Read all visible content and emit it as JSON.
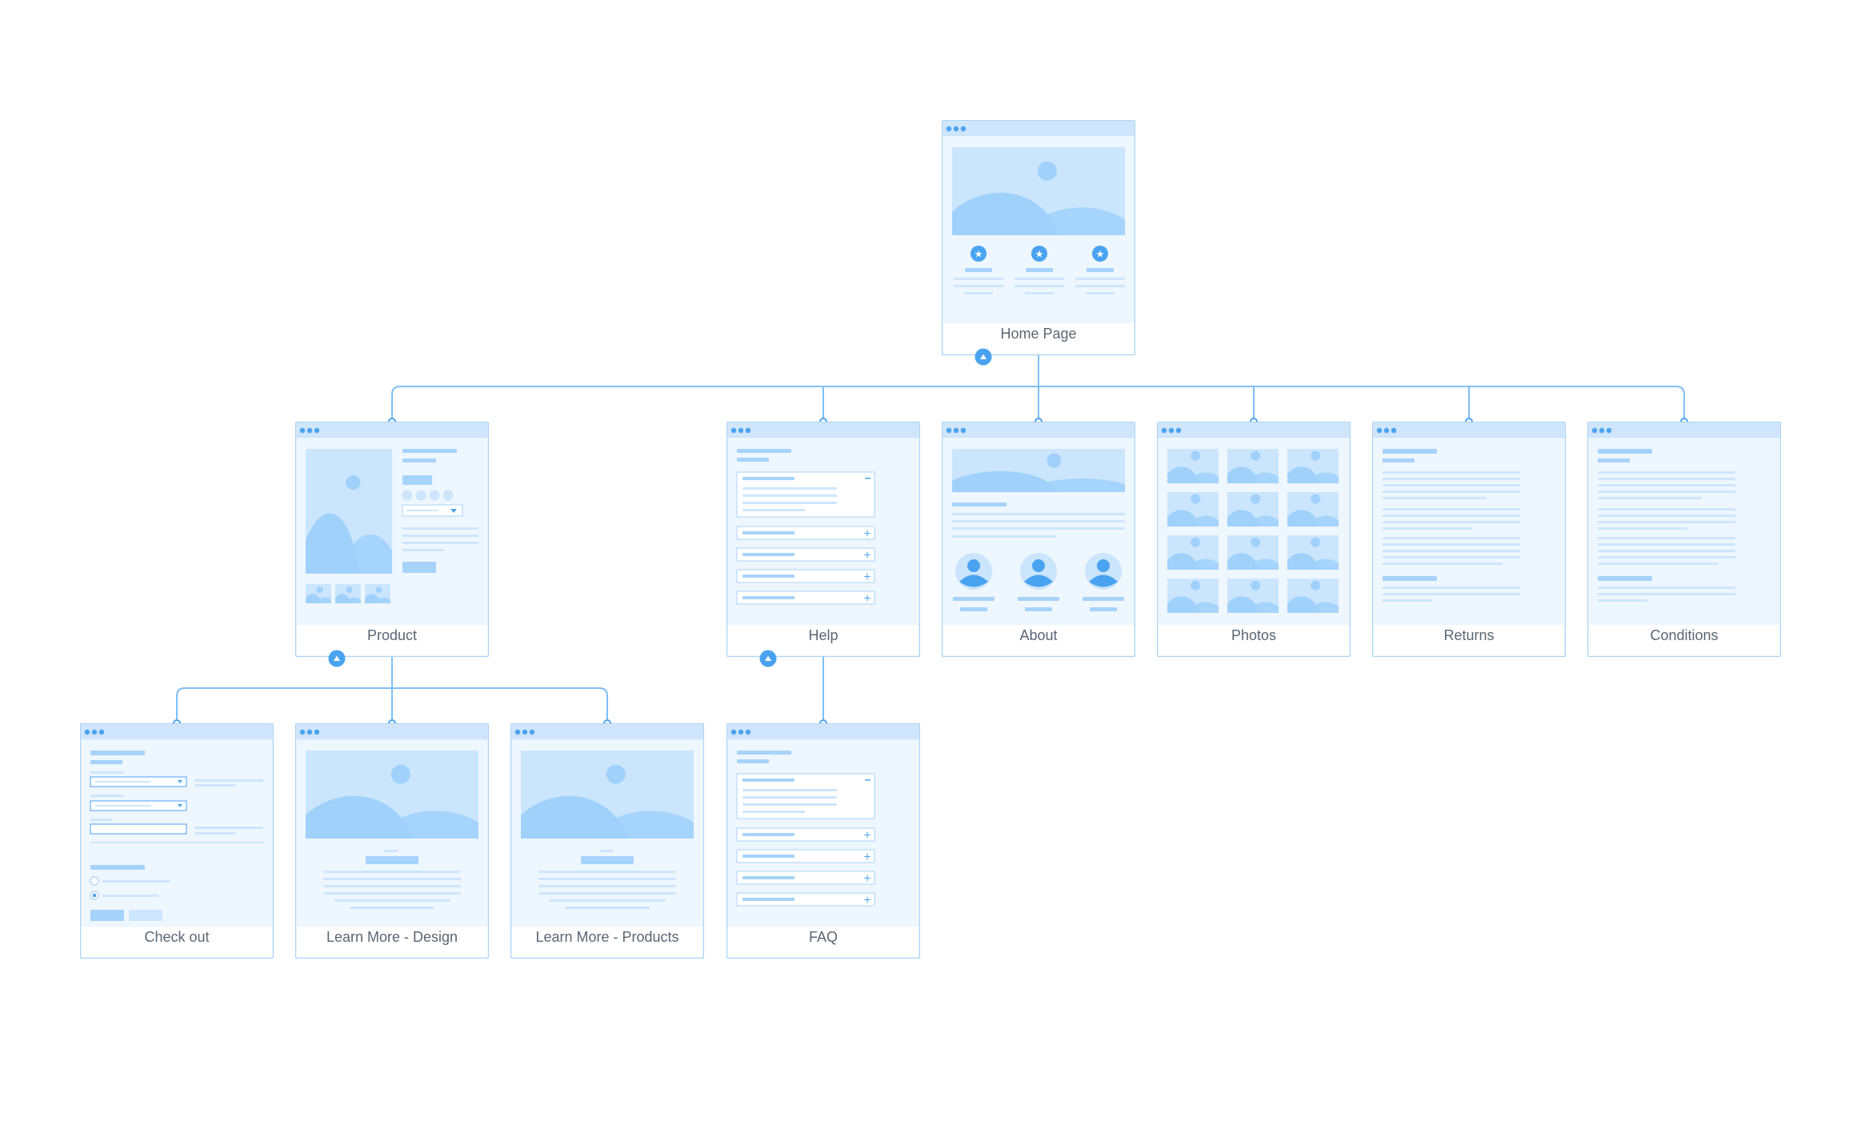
{
  "colors": {
    "accent": "#4aa3f0",
    "line": "#7fbff5",
    "frame": "#a9d3f7",
    "header": "#cfe5fb",
    "page": "#eef6fe",
    "image": "#cbe5fd",
    "shape": "#9fd1fb",
    "bar": "#a6d3fa",
    "thin": "#cde6fc",
    "label": "#5a6672"
  },
  "sitemap": {
    "nodes": [
      {
        "id": "home",
        "label": "Home Page",
        "wire": "home"
      },
      {
        "id": "product",
        "label": "Product",
        "wire": "product"
      },
      {
        "id": "help",
        "label": "Help",
        "wire": "faq"
      },
      {
        "id": "about",
        "label": "About",
        "wire": "about"
      },
      {
        "id": "photos",
        "label": "Photos",
        "wire": "photos"
      },
      {
        "id": "returns",
        "label": "Returns",
        "wire": "text"
      },
      {
        "id": "conditions",
        "label": "Conditions",
        "wire": "text"
      },
      {
        "id": "checkout",
        "label": "Check out",
        "wire": "checkout"
      },
      {
        "id": "learn_design",
        "label": "Learn More - Design",
        "wire": "learn"
      },
      {
        "id": "learn_products",
        "label": "Learn More - Products",
        "wire": "learn"
      },
      {
        "id": "faq",
        "label": "FAQ",
        "wire": "faq"
      }
    ],
    "links": [
      {
        "from": "home",
        "to": [
          "product",
          "help",
          "about",
          "photos",
          "returns",
          "conditions"
        ]
      },
      {
        "from": "product",
        "to": [
          "checkout",
          "learn_design",
          "learn_products"
        ]
      },
      {
        "from": "help",
        "to": [
          "faq"
        ]
      }
    ]
  }
}
